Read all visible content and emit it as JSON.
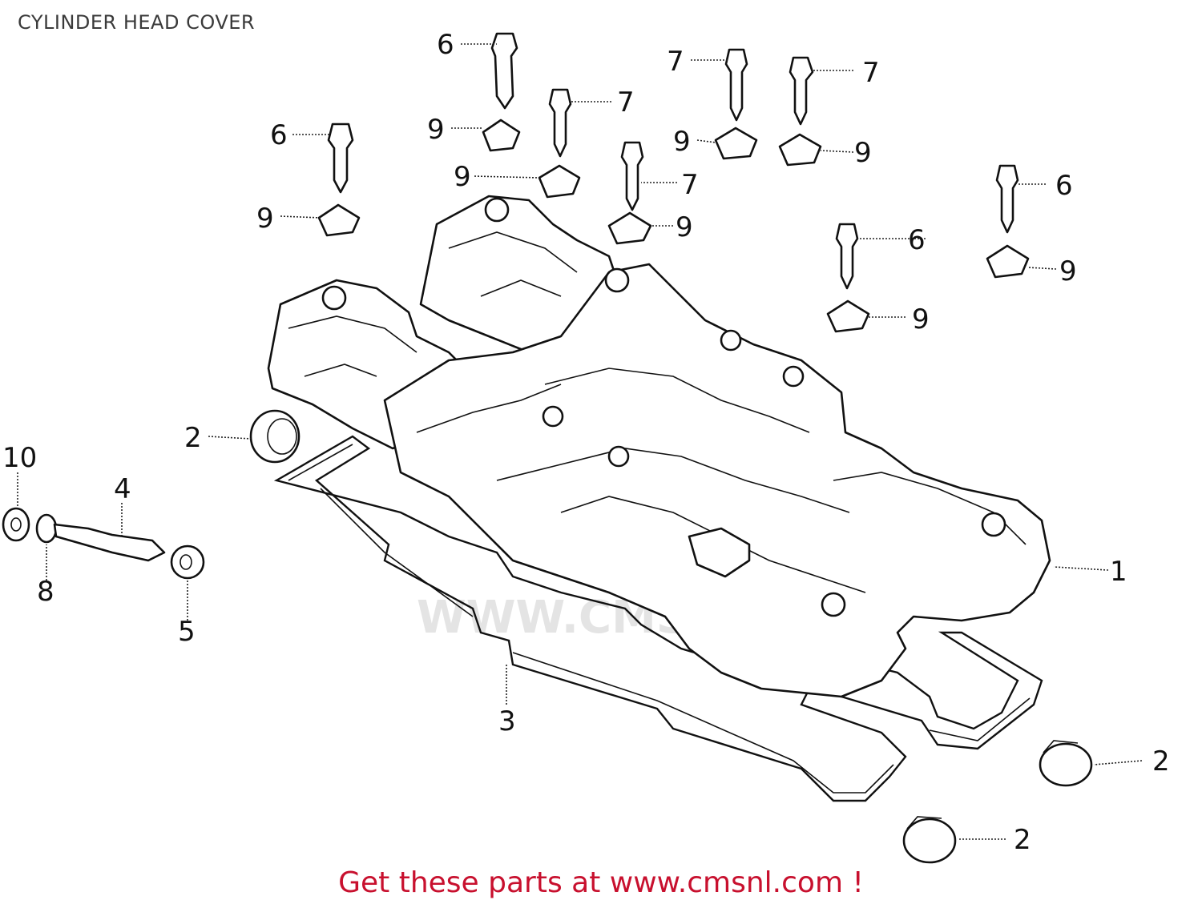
{
  "title": "CYLINDER HEAD COVER",
  "watermark": "WWW.CMSNL.COM",
  "footer": "Get these parts at www.cmsnl.com !",
  "colors": {
    "footer": "#c8102e",
    "line": "#111111",
    "watermark": "#e4e4e4"
  },
  "callouts": {
    "c1": "1",
    "c2a": "2",
    "c2b": "2",
    "c2c": "2",
    "c3": "3",
    "c4": "4",
    "c5": "5",
    "c6a": "6",
    "c6b": "6",
    "c6c": "6",
    "c6d": "6",
    "c7a": "7",
    "c7b": "7",
    "c7c": "7",
    "c7d": "7",
    "c8": "8",
    "c9a": "9",
    "c9b": "9",
    "c9c": "9",
    "c9d": "9",
    "c9e": "9",
    "c9f": "9",
    "c9g": "9",
    "c9h": "9",
    "c10": "10"
  }
}
